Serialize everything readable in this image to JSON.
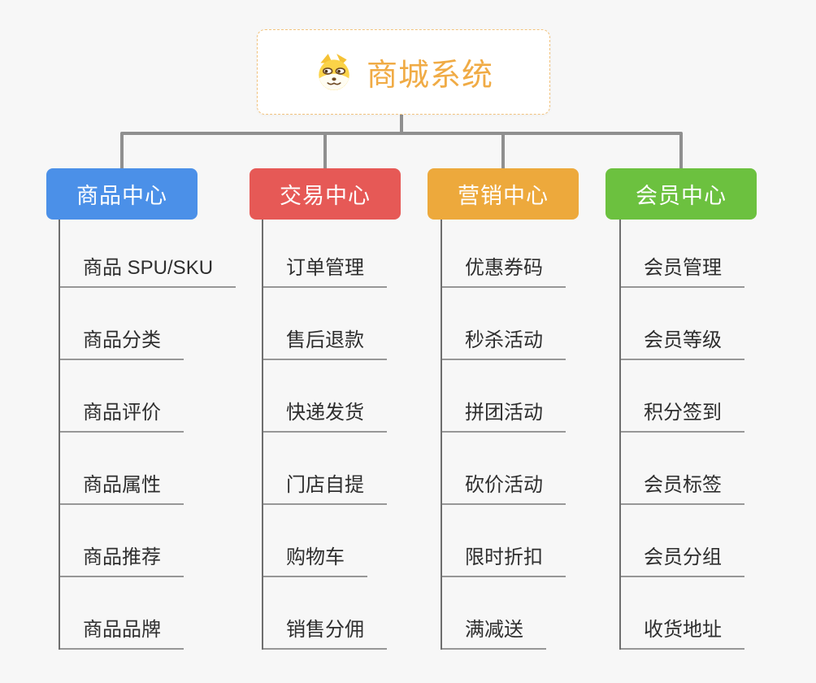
{
  "root": {
    "title": "商城系统",
    "icon": "shiba-dog-icon",
    "text_color": "#f0ab45",
    "border_color": "#f2c37e"
  },
  "connector_color": "#8f8f8f",
  "branches": [
    {
      "label": "商品中心",
      "color": "#4b90e8",
      "items": [
        "商品 SPU/SKU",
        "商品分类",
        "商品评价",
        "商品属性",
        "商品推荐",
        "商品品牌"
      ]
    },
    {
      "label": "交易中心",
      "color": "#e65956",
      "items": [
        "订单管理",
        "售后退款",
        "快递发货",
        "门店自提",
        "购物车",
        "销售分佣"
      ]
    },
    {
      "label": "营销中心",
      "color": "#eda93c",
      "items": [
        "优惠券码",
        "秒杀活动",
        "拼团活动",
        "砍价活动",
        "限时折扣",
        "满减送"
      ]
    },
    {
      "label": "会员中心",
      "color": "#6cc13f",
      "items": [
        "会员管理",
        "会员等级",
        "积分签到",
        "会员标签",
        "会员分组",
        "收货地址"
      ]
    }
  ]
}
